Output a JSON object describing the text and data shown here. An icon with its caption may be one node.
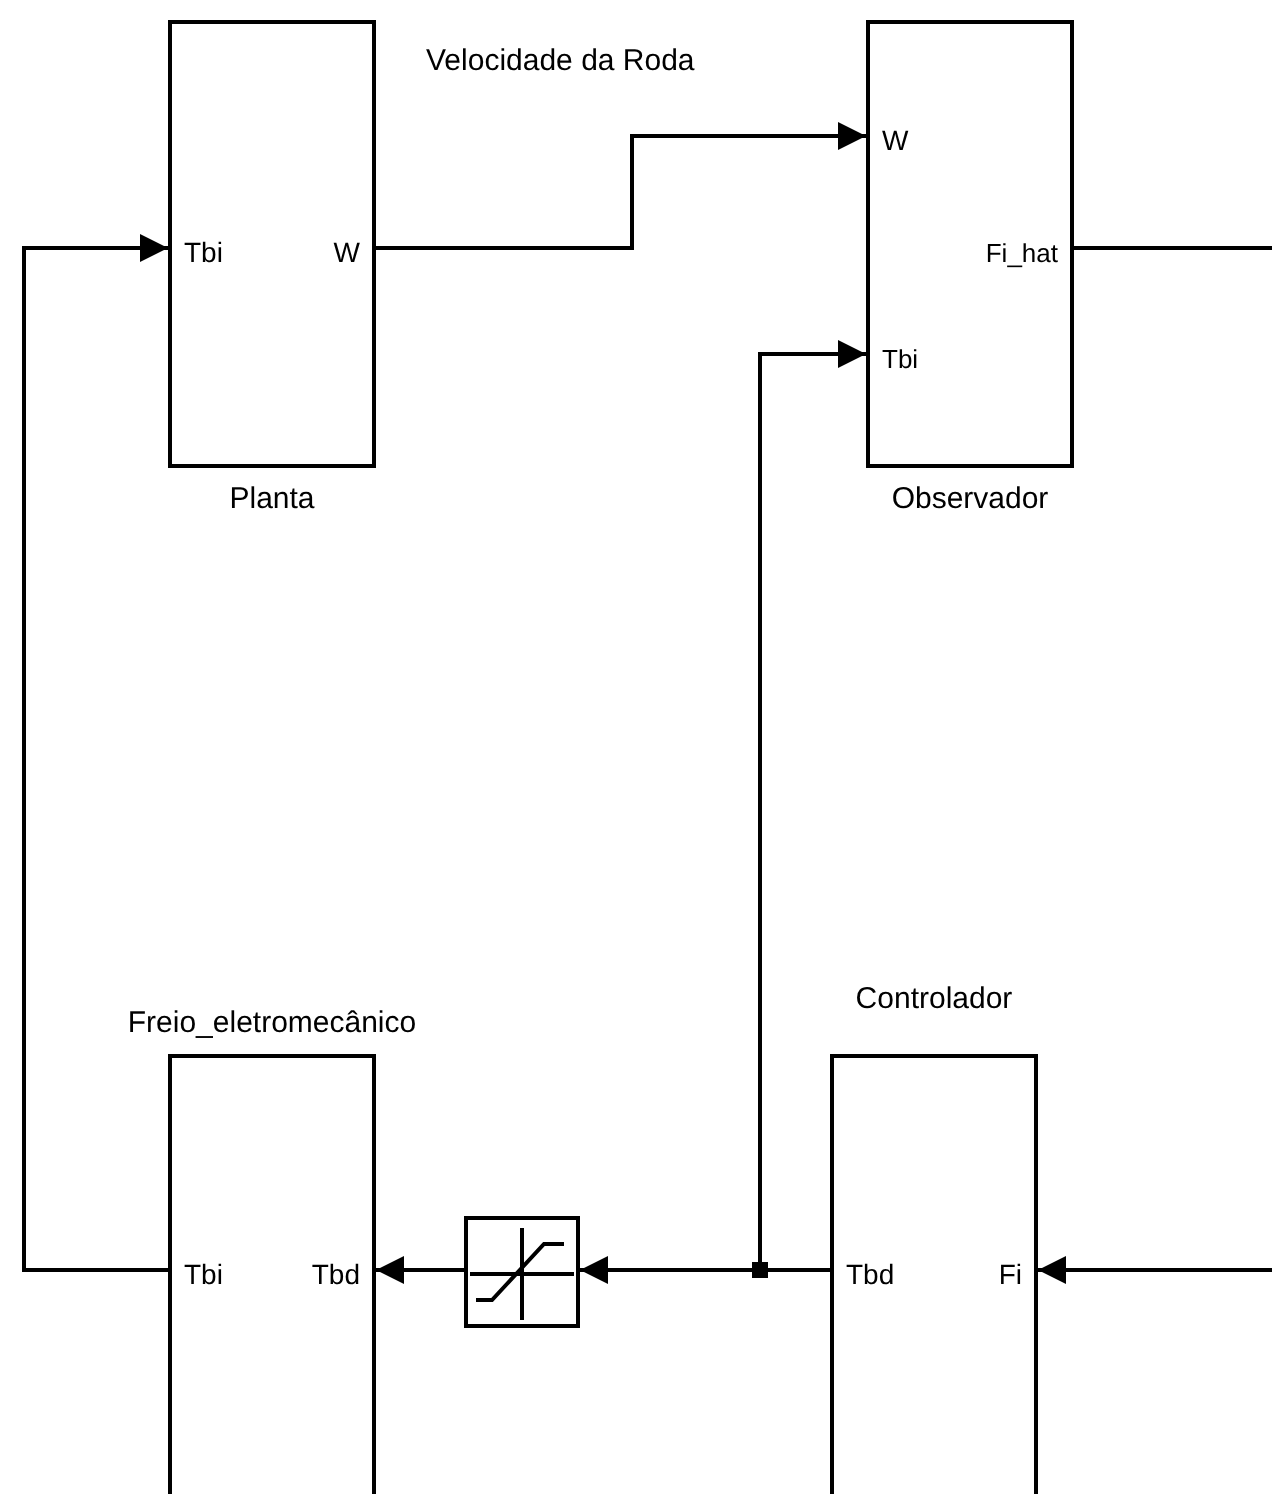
{
  "diagram": {
    "nodes": [
      {
        "text": [
          "Tbi",
          "W",
          "Planta"
        ]
      },
      {
        "text": [
          "W",
          "Fi_hat",
          "Tbi",
          "Observador"
        ]
      },
      {
        "text": [
          "Freio_eletromecânico",
          "Tbi",
          "Tbd"
        ]
      },
      {
        "text": [],
        "shape": "box"
      },
      {
        "text": [
          "Controlador",
          "Tbd",
          "Fi"
        ]
      }
    ],
    "edges": [
      {
        "from": 0,
        "to": 1,
        "arrow": "to",
        "label": "Velocidade da Roda"
      },
      {
        "from": 1,
        "to": null,
        "arrow": "none"
      },
      {
        "from": null,
        "to": 4,
        "arrow": "to"
      },
      {
        "from": 4,
        "to": 3,
        "arrow": "to"
      },
      {
        "from": 4,
        "to": 1,
        "arrow": "to"
      },
      {
        "from": 3,
        "to": 2,
        "arrow": "to"
      },
      {
        "from": 2,
        "to": 0,
        "arrow": "to"
      }
    ]
  }
}
